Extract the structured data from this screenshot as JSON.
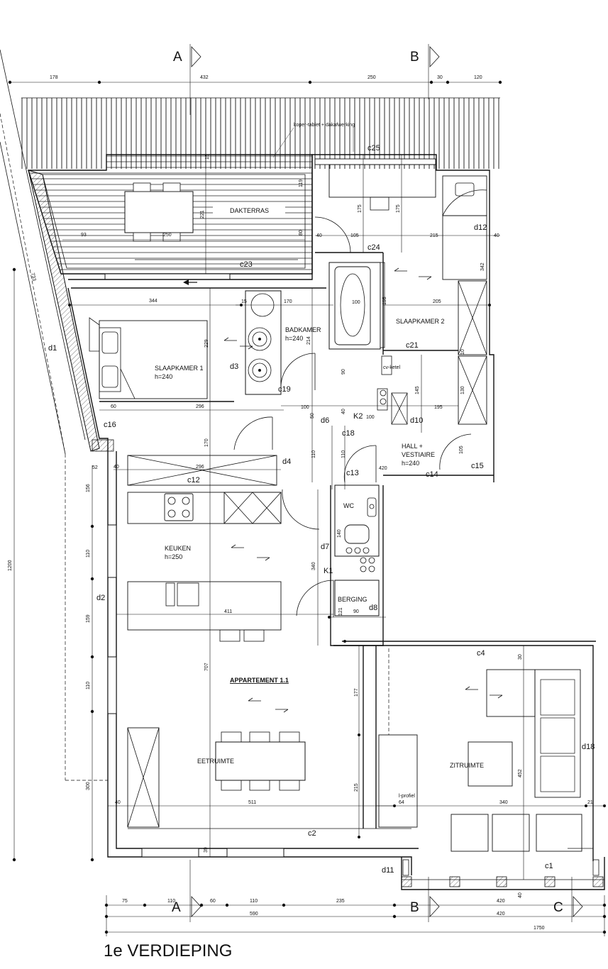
{
  "title": "1e VERDIEPING",
  "apartment_label": "APPARTEMENT 1.1",
  "sections": [
    {
      "letter": "A"
    },
    {
      "letter": "B"
    },
    {
      "letter": "A"
    },
    {
      "letter": "B"
    },
    {
      "letter": "C"
    }
  ],
  "rooms": {
    "dakterras": "DAKTERRAS",
    "slaapkamer1": "SLAAPKAMER 1",
    "slaapkamer1_h": "h=240",
    "badkamer": "BADKAMER",
    "badkamer_h": "h=240",
    "slaapkamer2": "SLAAPKAMER 2",
    "hall": "HALL +",
    "vestiaire": "VESTIAIRE",
    "hall_h": "h=240",
    "wc": "WC",
    "keuken": "KEUKEN",
    "keuken_h": "h=250",
    "berging": "BERGING",
    "eetruimte": "EETRUIMTE",
    "zitruimte": "ZITRUIMTE"
  },
  "annotations": {
    "roof_note": "koper-tablet + dakafwerking",
    "l_profiel": "l-profiel",
    "cv_ketel": "cv-ketel"
  },
  "tags": {
    "c25": "c25",
    "c24": "c24",
    "c23": "c23",
    "c21": "c21",
    "c19": "c19",
    "c18": "c18",
    "c16": "c16",
    "c15": "c15",
    "c14": "c14",
    "c13": "c13",
    "c12": "c12",
    "c4": "c4",
    "c2": "c2",
    "c1": "c1",
    "d1": "d1",
    "d2": "d2",
    "d3": "d3",
    "d4": "d4",
    "d6": "d6",
    "d7": "d7",
    "d8": "d8",
    "d10": "d10",
    "d11": "d11",
    "d12": "d12",
    "d18": "d18",
    "k1": "K1",
    "k2": "K2"
  },
  "dims_top": {
    "d178": "178",
    "d432": "432",
    "d250": "250",
    "d30": "30",
    "d120": "120"
  },
  "dims_bottom": {
    "d75": "75",
    "d110a": "110",
    "d60": "60",
    "d110b": "110",
    "d235": "235",
    "d420a": "420",
    "d590": "590",
    "d420b": "420",
    "d1750": "1750"
  },
  "dims_left": {
    "d733": "733",
    "d1200": "1200",
    "d110a": "110",
    "d159": "159",
    "d110b": "110",
    "d300": "300",
    "d52": "52",
    "d156": "156"
  },
  "dims_inner": {
    "n93": "93",
    "n250": "250",
    "n221": "221",
    "n15a": "15",
    "n119": "119",
    "n80": "80",
    "n40a": "40",
    "n105": "105",
    "n175a": "175",
    "n175b": "175",
    "n215a": "215",
    "n40b": "40",
    "n100": "100",
    "n195a": "195",
    "n205": "205",
    "n342": "342",
    "n344": "344",
    "n170a": "170",
    "n15b": "15",
    "n214": "214",
    "n229": "229",
    "n90a": "90",
    "n60": "60",
    "n296a": "296",
    "n100b": "100",
    "n50": "50",
    "n40c": "40",
    "n100c": "100",
    "n195b": "195",
    "n145": "145",
    "n130": "130",
    "n170b": "170",
    "n110a": "110",
    "n110b": "110",
    "n105b": "105",
    "n420": "420",
    "n296b": "296",
    "n40d": "40",
    "n10": "10",
    "n140": "140",
    "n340a": "340",
    "n411": "411",
    "n121": "121",
    "n90b": "90",
    "n707": "707",
    "n177": "177",
    "n215b": "215",
    "n452": "452",
    "n511": "511",
    "n340b": "340",
    "n64": "64",
    "n21": "21",
    "n30b": "30",
    "n39": "39",
    "n40e": "40",
    "n40f": "40"
  }
}
